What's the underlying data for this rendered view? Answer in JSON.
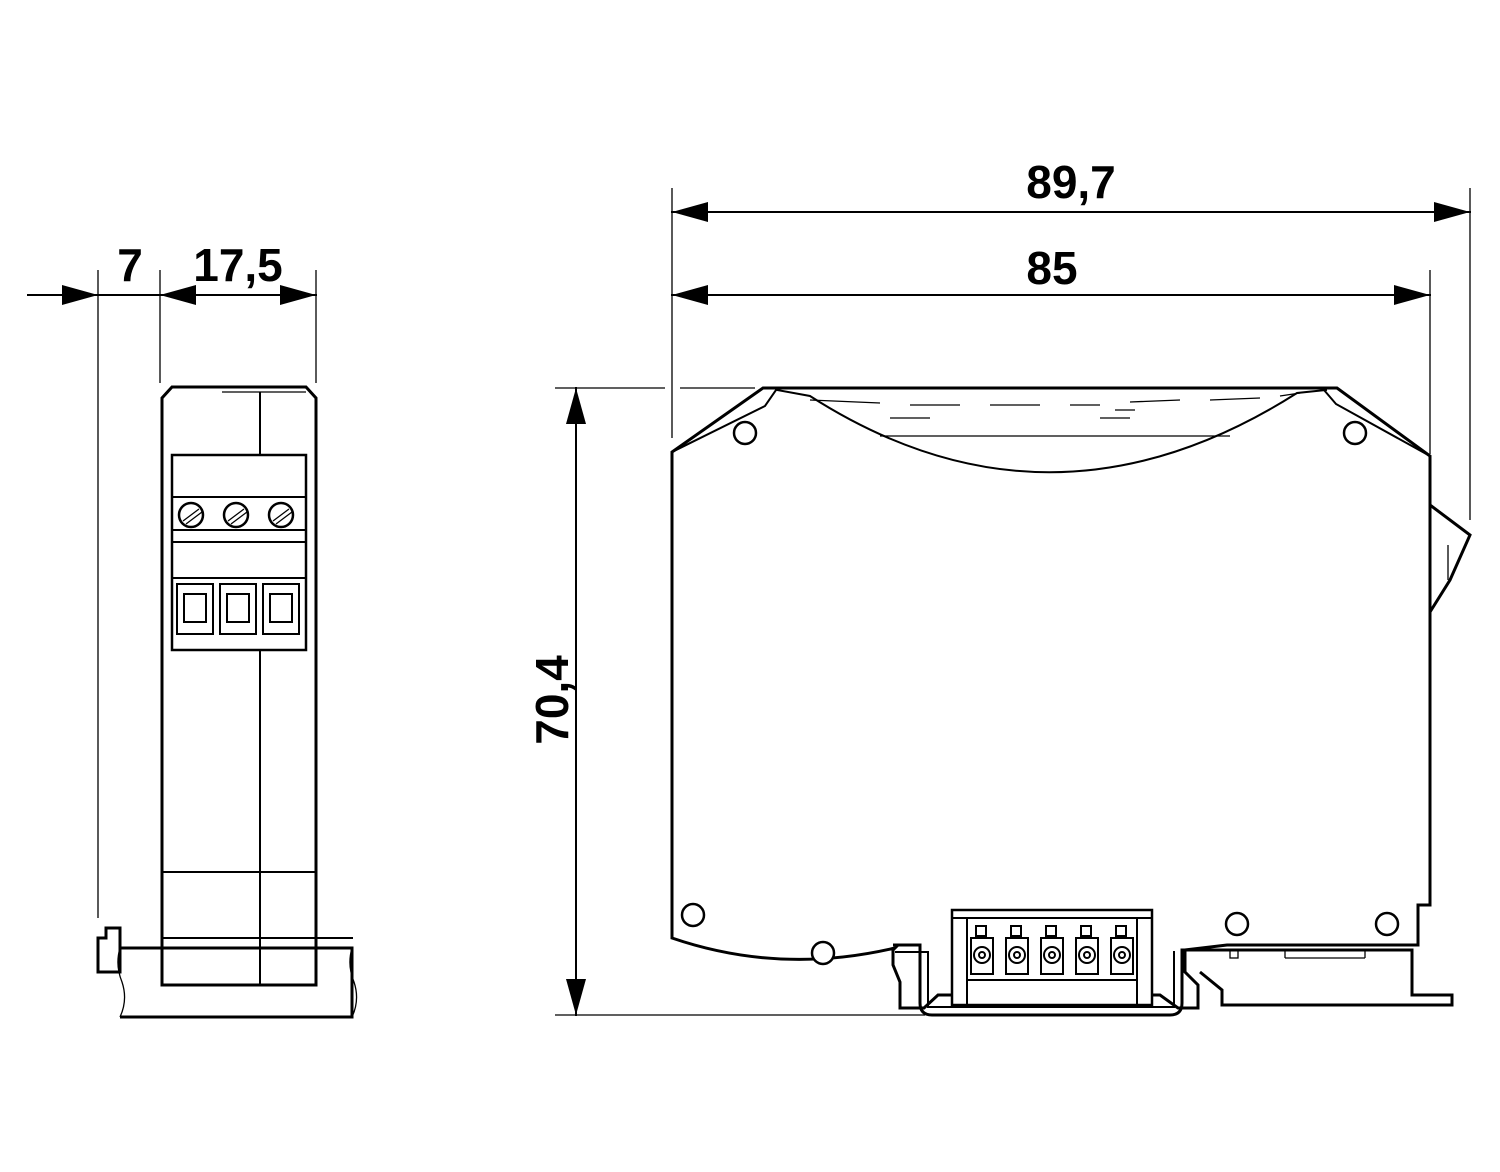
{
  "dimensions": {
    "side_offset": "7",
    "side_width": "17,5",
    "overall_depth": "89,7",
    "housing_depth": "85",
    "height": "70,4"
  },
  "line_color": "#000000",
  "background": "#ffffff"
}
